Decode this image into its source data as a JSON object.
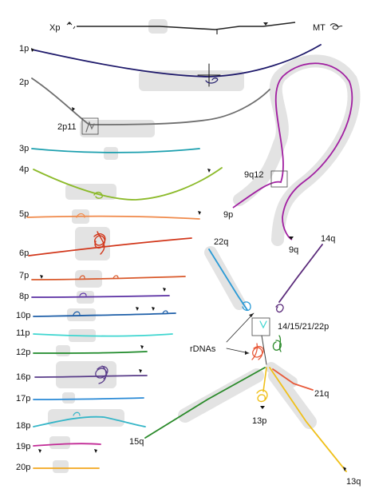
{
  "labels": {
    "xp": "Xp",
    "mt": "MT",
    "p2p11": "2p11",
    "q9q12": "9q12",
    "p9": "9p",
    "q9": "9q",
    "q14": "14q",
    "q22": "22q",
    "acro": "14/15/21/22p",
    "rdna": "rDNAs",
    "q21": "21q",
    "p13": "13p",
    "q15": "15q",
    "q13": "13q"
  },
  "chromosome_rows": [
    {
      "label": "1p",
      "color": "#1f1a6b"
    },
    {
      "label": "2p",
      "color": "#6e6e6e"
    },
    {
      "label": "3p",
      "color": "#1b9fae"
    },
    {
      "label": "4p",
      "color": "#8cba2a"
    },
    {
      "label": "5p",
      "color": "#f08a4b"
    },
    {
      "label": "6p",
      "color": "#d2381c"
    },
    {
      "label": "7p",
      "color": "#d9592b"
    },
    {
      "label": "8p",
      "color": "#5a2fa3"
    },
    {
      "label": "10p",
      "color": "#1e5fa8"
    },
    {
      "label": "11p",
      "color": "#3fd6d0"
    },
    {
      "label": "12p",
      "color": "#1f8a2a"
    },
    {
      "label": "16p",
      "color": "#5a3d8a"
    },
    {
      "label": "17p",
      "color": "#2a8ad6"
    },
    {
      "label": "18p",
      "color": "#36b6c8"
    },
    {
      "label": "19p",
      "color": "#c22a96"
    },
    {
      "label": "20p",
      "color": "#f2a81f"
    }
  ],
  "colors": {
    "xp": "#222222",
    "chr9": "#a11fa1",
    "chr22": "#2a9ad6",
    "chr14": "#5a2a7a",
    "chr21": "#e85a3a",
    "chr13": "#f0c01a",
    "chr15": "#2a8a2a",
    "highlight": "#e2e2e2"
  }
}
